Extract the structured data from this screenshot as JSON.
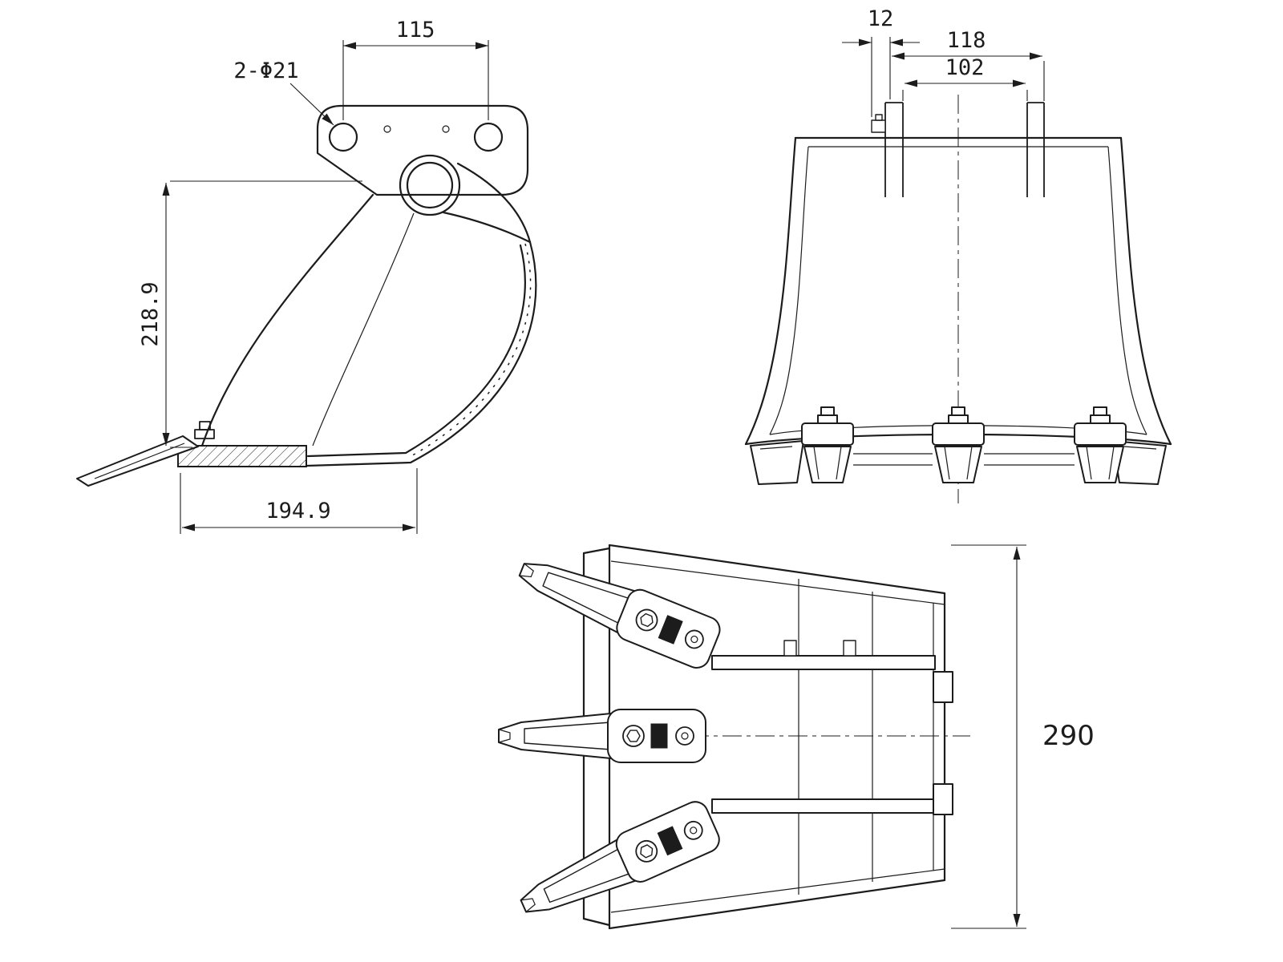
{
  "palette": {
    "line_color": "#1c1c1c",
    "background": "#ffffff"
  },
  "views": {
    "side": {
      "dim_top_width": "115",
      "dim_holes": "2-Φ21",
      "dim_height": "218.9",
      "dim_bottom_width": "194.9"
    },
    "front": {
      "dim_lug_thickness": "12",
      "dim_outer_span": "118",
      "dim_inner_span": "102"
    },
    "top": {
      "dim_overall_width": "290"
    }
  }
}
